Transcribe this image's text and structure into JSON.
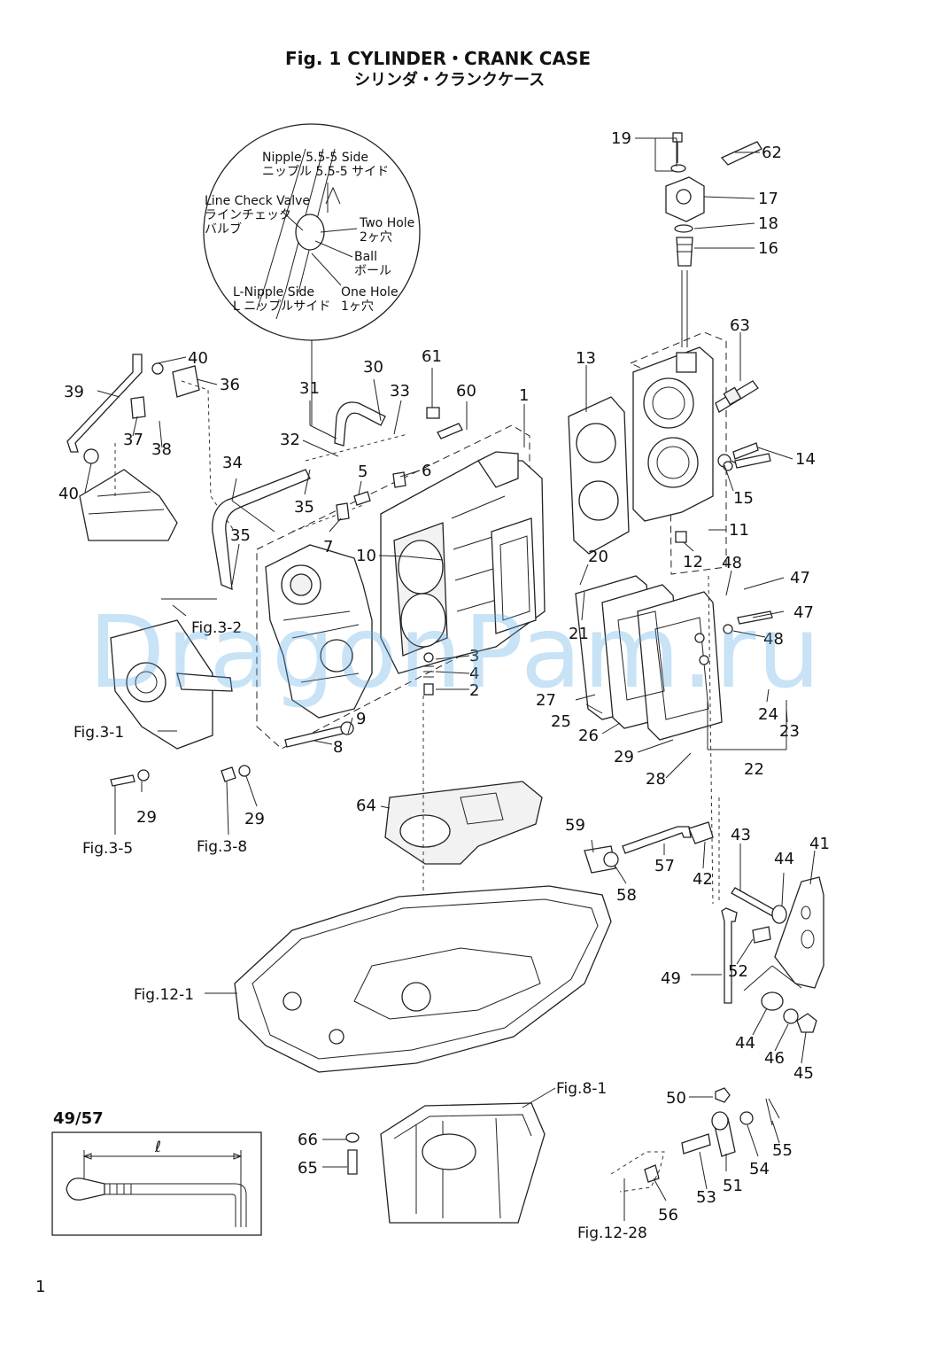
{
  "title": {
    "line1": "Fig. 1    CYLINDER・CRANK CASE",
    "line2": "シリンダ・クランクケース"
  },
  "inset": {
    "nipple_side": "Nipple 5.5-5 Side",
    "nipple_side_jp": "ニップル 5.5-5 サイド",
    "line_check_valve": "Line Check Valve",
    "line_check_valve_jp1": "ラインチェック",
    "line_check_valve_jp2": "バルブ",
    "two_hole": "Two Hole",
    "two_hole_jp": "2ヶ穴",
    "ball": "Ball",
    "ball_jp": "ボール",
    "l_nipple_side": "L-Nipple Side",
    "l_nipple_side_jp": "L ニップルサイド",
    "one_hole": "One Hole",
    "one_hole_jp": "1ヶ穴"
  },
  "refs": {
    "fig3_2": "Fig.3-2",
    "fig3_1": "Fig.3-1",
    "fig3_5": "Fig.3-5",
    "fig3_8": "Fig.3-8",
    "fig12_1": "Fig.12-1",
    "fig8_1": "Fig.8-1",
    "fig12_28": "Fig.12-28"
  },
  "parts": {
    "p1": "1",
    "p2": "2",
    "p3": "3",
    "p4": "4",
    "p5": "5",
    "p6": "6",
    "p7": "7",
    "p8": "8",
    "p9": "9",
    "p10": "10",
    "p11": "11",
    "p12": "12",
    "p13": "13",
    "p14": "14",
    "p15": "15",
    "p16": "16",
    "p17": "17",
    "p18": "18",
    "p19": "19",
    "p20": "20",
    "p21": "21",
    "p22": "22",
    "p23": "23",
    "p24": "24",
    "p25": "25",
    "p26": "26",
    "p27": "27",
    "p28": "28",
    "p29a": "29",
    "p29b": "29",
    "p29c": "29",
    "p30": "30",
    "p31": "31",
    "p32": "32",
    "p33": "33",
    "p34": "34",
    "p35a": "35",
    "p35b": "35",
    "p36": "36",
    "p37": "37",
    "p38": "38",
    "p39": "39",
    "p40a": "40",
    "p40b": "40",
    "p41": "41",
    "p42": "42",
    "p43": "43",
    "p44a": "44",
    "p44b": "44",
    "p45": "45",
    "p46": "46",
    "p47a": "47",
    "p47b": "47",
    "p48a": "48",
    "p48b": "48",
    "p49": "49",
    "p50": "50",
    "p51": "51",
    "p52": "52",
    "p53": "53",
    "p54": "54",
    "p55": "55",
    "p56": "56",
    "p57": "57",
    "p58": "58",
    "p59": "59",
    "p60": "60",
    "p61": "61",
    "p62": "62",
    "p63": "63",
    "p64": "64",
    "p65": "65",
    "p66": "66"
  },
  "detail_box": {
    "title": "49/57",
    "dimension_symbol": "ℓ"
  },
  "watermark": "DragonPam.ru",
  "page_number": "1"
}
